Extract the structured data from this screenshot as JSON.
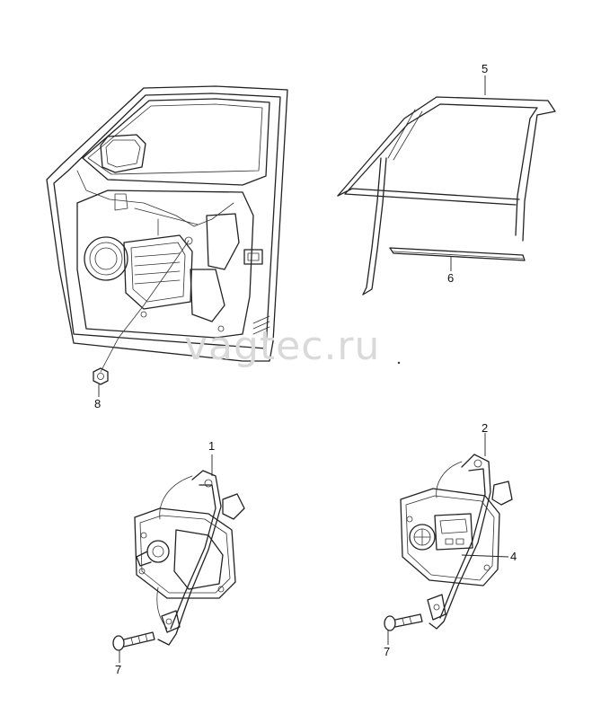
{
  "watermark": "vagtec.ru",
  "callouts": [
    {
      "id": "callout-1",
      "label": "1"
    },
    {
      "id": "callout-2",
      "label": "2"
    },
    {
      "id": "callout-4",
      "label": "4"
    },
    {
      "id": "callout-5",
      "label": "5"
    },
    {
      "id": "callout-6",
      "label": "6"
    },
    {
      "id": "callout-7a",
      "label": "7"
    },
    {
      "id": "callout-7b",
      "label": "7"
    },
    {
      "id": "callout-8",
      "label": "8"
    }
  ]
}
